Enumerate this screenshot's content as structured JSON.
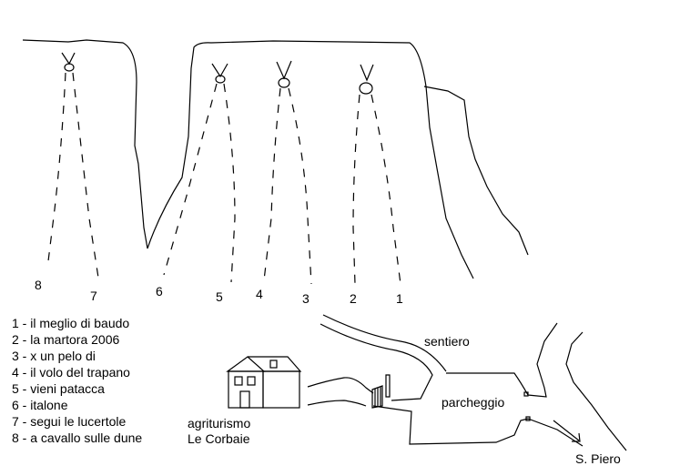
{
  "route_numbers": [
    "1",
    "2",
    "3",
    "4",
    "5",
    "6",
    "7",
    "8"
  ],
  "legend": [
    "1 - il meglio di baudo",
    "2 - la martora 2006",
    "3 - x un pelo di",
    "4 - il volo del trapano",
    "5 - vieni patacca",
    "6 - italone",
    "7 - segui le lucertole",
    "8 - a cavallo sulle dune"
  ],
  "labels": {
    "sentiero": "sentiero",
    "parcheggio": "parcheggio",
    "agriturismo_line1": "agriturismo",
    "agriturismo_line2": "Le Corbaie",
    "destination": "S. Piero"
  }
}
